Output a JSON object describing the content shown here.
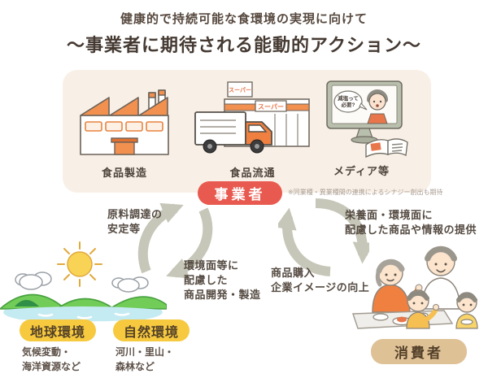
{
  "title": {
    "line1": "健康的で持続可能な食環境の実現に向けて",
    "line2": "～事業者に期待される能動的アクション～"
  },
  "business_panel": {
    "badge": "事業者",
    "note": "※同業種・異業種間の連携によるシナジー創出も期待",
    "manufacturing_label": "食品製造",
    "distribution_label": "食品流通",
    "media_label": "メディア等",
    "store_sign": "スーパー",
    "tv_speech_line1": "減塩って",
    "tv_speech_line2": "必要?"
  },
  "flows": {
    "env_to_business": "原料調達の\n安定等",
    "business_to_env": "環境面等に\n配慮した\n商品開発・製造",
    "business_to_consumer": "栄養面・環境面に\n配慮した商品や情報の提供",
    "consumer_to_business": "商品購入\n企業イメージの向上"
  },
  "environment": {
    "global_label": "地球環境",
    "global_sub": "気候変動・\n海洋資源など",
    "nature_label": "自然環境",
    "nature_sub": "河川・里山・\n森林など"
  },
  "consumer": {
    "label": "消費者"
  },
  "colors": {
    "panel_bg": "#f8f0e7",
    "badge_red": "#e85a4f",
    "pill_yellow": "#f6c93f",
    "pill_tan": "#dfc196",
    "arrow_sage": "#c6c7b8",
    "accent_orange": "#ef8040"
  }
}
